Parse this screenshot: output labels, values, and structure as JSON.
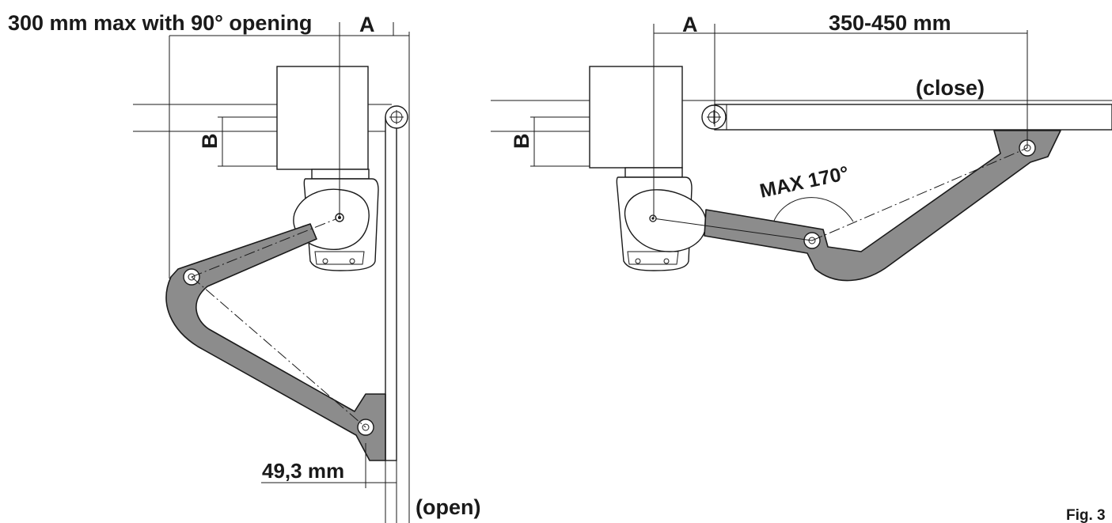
{
  "labels": {
    "max_offset_open": "300 mm max with 90° opening",
    "dim_a_left": "A",
    "dim_b_left": "B",
    "dim_49": "49,3 mm",
    "open_state": "(open)",
    "dim_a_right": "A",
    "dim_350_450": "350-450 mm",
    "close_state": "(close)",
    "dim_b_right": "B",
    "max_angle": "MAX 170°",
    "figure": "Fig. 3"
  },
  "colors": {
    "arm_fill": "#8c8c8c",
    "line": "#1a1a1a",
    "background": "#ffffff"
  }
}
